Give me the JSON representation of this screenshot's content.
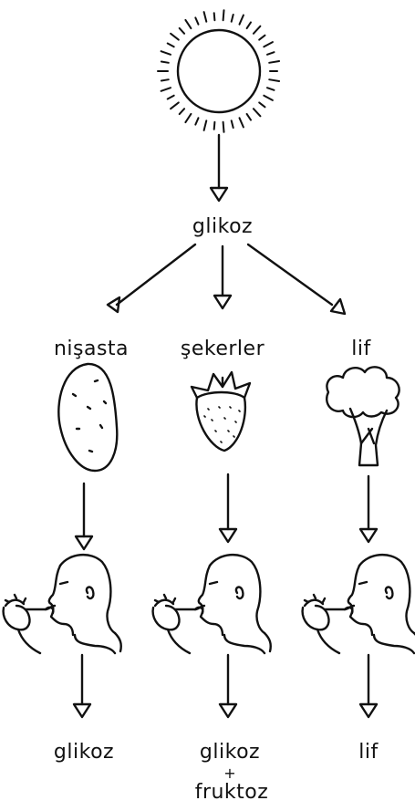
{
  "source": {
    "label": "glikoz"
  },
  "branches": [
    {
      "id": "nisasta",
      "label": "nişasta",
      "food_icon": "potato-icon",
      "result": "glikoz"
    },
    {
      "id": "sekerler",
      "label": "şekerler",
      "food_icon": "strawberry-icon",
      "result": "glikoz",
      "result_plus": "+",
      "result_extra": "fruktoz"
    },
    {
      "id": "lif",
      "label": "lif",
      "food_icon": "broccoli-icon",
      "result": "lif"
    }
  ],
  "icons": {
    "top": "sun-icon",
    "eater": "person-eating-icon"
  },
  "colors": {
    "ink": "#111111",
    "background": "#ffffff"
  }
}
